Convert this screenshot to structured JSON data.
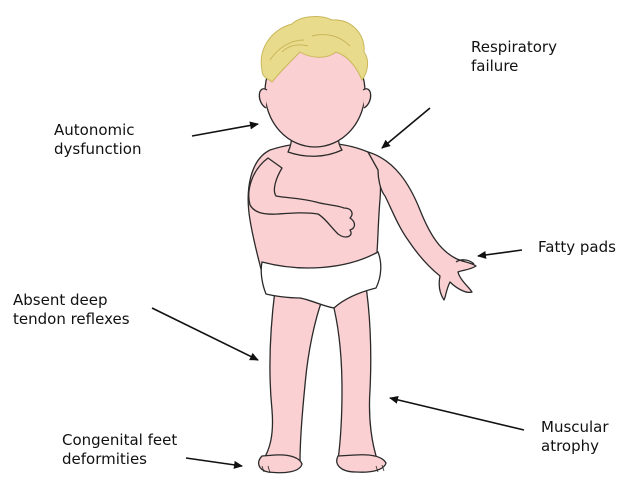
{
  "labels": {
    "autonomic": [
      "Autonomic",
      "dysfunction"
    ],
    "respiratory": [
      "Respiratory",
      "failure"
    ],
    "fatty_pads": [
      "Fatty pads"
    ],
    "reflexes": [
      "Absent deep",
      "tendon reflexes"
    ],
    "atrophy": [
      "Muscular",
      "atrophy"
    ],
    "feet": [
      "Congenital feet",
      "deformities"
    ]
  },
  "colors": {
    "skin": "#fbd0d2",
    "outline": "#2a2a2a",
    "hair": "#e8dc8c",
    "hair_shadow": "#c9b65a",
    "diaper": "#ffffff",
    "arrow": "#111111"
  }
}
